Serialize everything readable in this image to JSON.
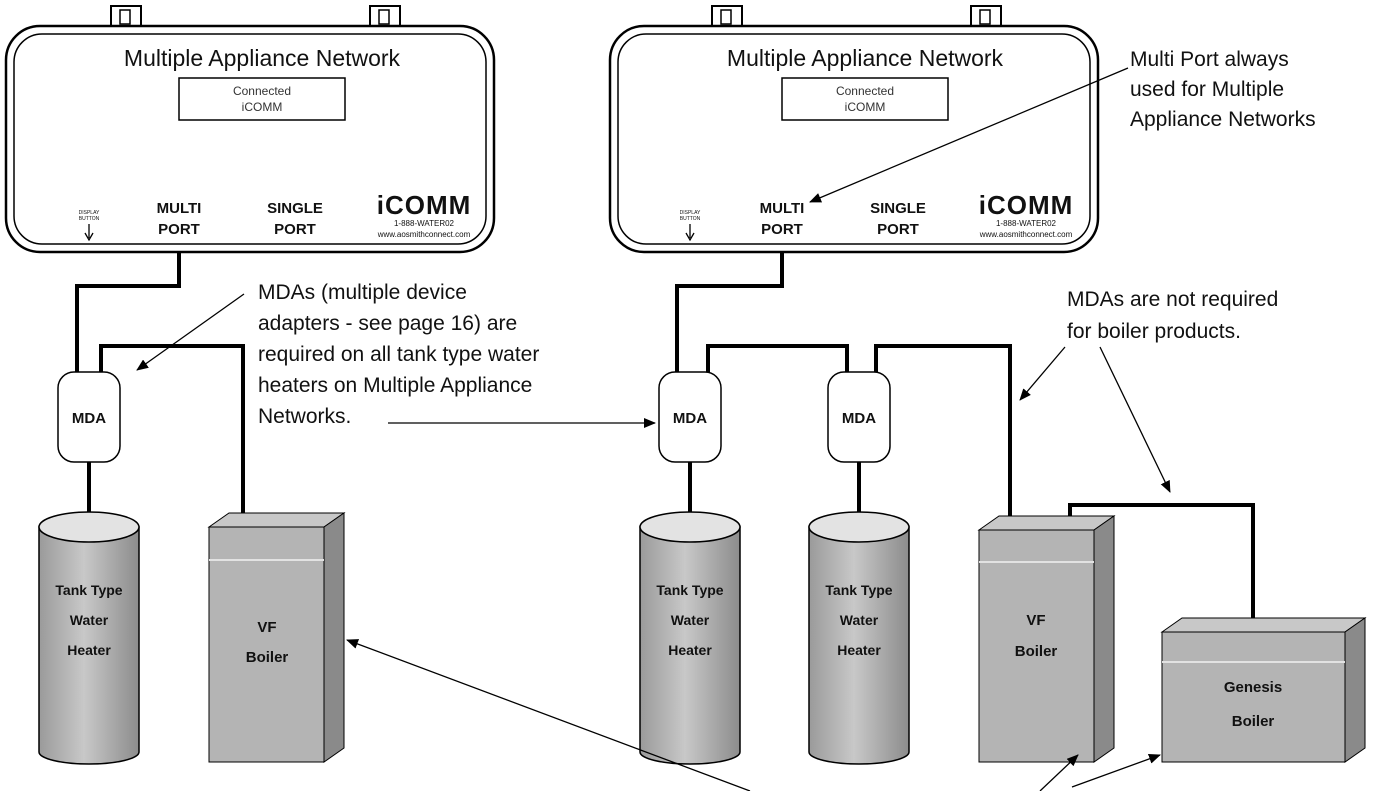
{
  "networks": [
    {
      "title": "Multiple Appliance Network",
      "display_line1": "Connected",
      "display_line2": "iCOMM",
      "display_button_line1": "DISPLAY",
      "display_button_line2": "BUTTON",
      "multi_line1": "MULTI",
      "multi_line2": "PORT",
      "single_line1": "SINGLE",
      "single_line2": "PORT",
      "logo": "iCOMM",
      "phone": "1-888-WATER02",
      "website": "www.aosmithconnect.com"
    },
    {
      "title": "Multiple Appliance Network",
      "display_line1": "Connected",
      "display_line2": "iCOMM",
      "display_button_line1": "DISPLAY",
      "display_button_line2": "BUTTON",
      "multi_line1": "MULTI",
      "multi_line2": "PORT",
      "single_line1": "SINGLE",
      "single_line2": "PORT",
      "logo": "iCOMM",
      "phone": "1-888-WATER02",
      "website": "www.aosmithconnect.com"
    }
  ],
  "mda_label": "MDA",
  "tank": {
    "line1": "Tank Type",
    "line2": "Water",
    "line3": "Heater"
  },
  "vf": {
    "line1": "VF",
    "line2": "Boiler"
  },
  "genesis": {
    "line1": "Genesis",
    "line2": "Boiler"
  },
  "annotations": {
    "mda_note": [
      "MDAs (multiple device",
      "adapters - see page 16) are",
      "required on all tank type water",
      "heaters on Multiple Appliance",
      "Networks."
    ],
    "multi_port_note": [
      "Multi Port always",
      "used for Multiple",
      "Appliance Networks"
    ],
    "boiler_note": [
      "MDAs are not required",
      "for boiler products."
    ]
  },
  "colors": {
    "gray_light": "#d2d2d2",
    "gray_mid": "#b0b0b0",
    "gray_dark": "#8a8a8a",
    "line": "#000000"
  }
}
